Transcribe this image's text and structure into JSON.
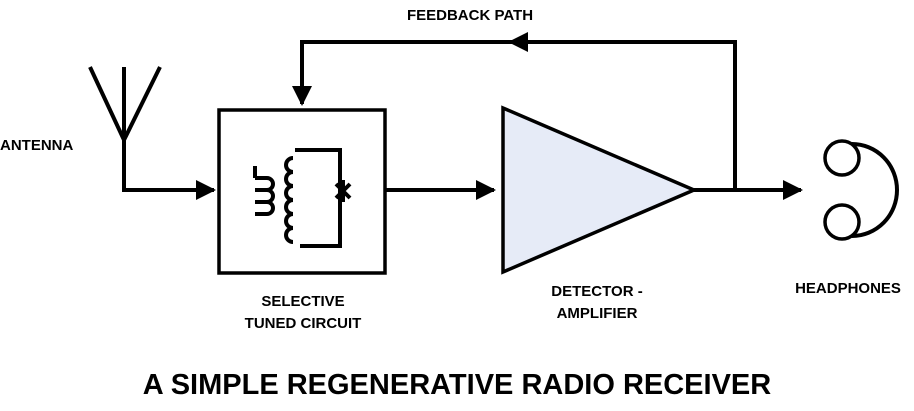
{
  "labels": {
    "feedback_path": "FEEDBACK PATH",
    "antenna": "ANTENNA",
    "selective_line1": "SELECTIVE",
    "selective_line2": "TUNED CIRCUIT",
    "detector_line1": "DETECTOR -",
    "detector_line2": "AMPLIFIER",
    "headphones": "HEADPHONES",
    "title": "A SIMPLE REGENERATIVE RADIO RECEIVER"
  },
  "colors": {
    "line": "#000000",
    "amplifier_fill": "#e6ebf7",
    "background": "#ffffff"
  },
  "icons": {
    "antenna": "antenna-icon",
    "coil": "coil-icon",
    "amplifier": "triangle-amplifier-icon",
    "headphones": "headphones-icon"
  }
}
